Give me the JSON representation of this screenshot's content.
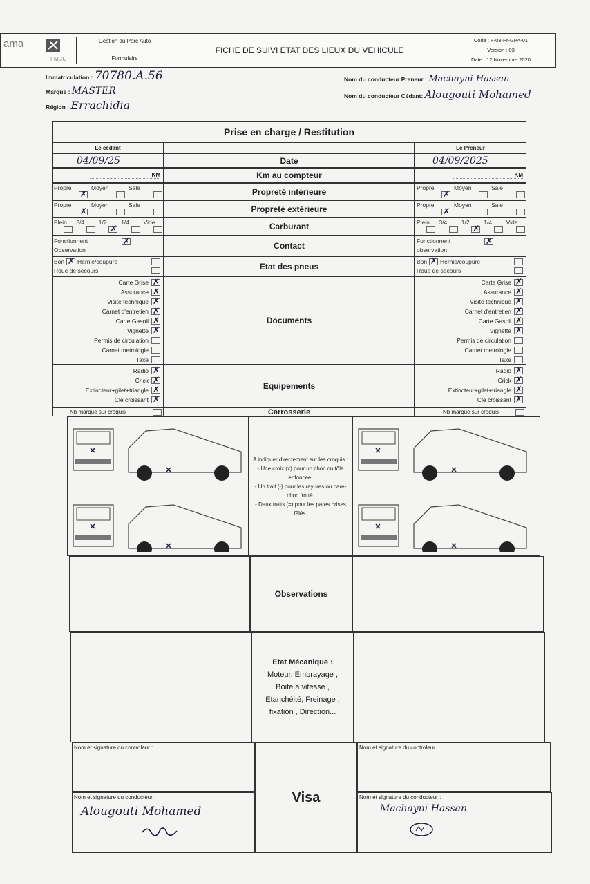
{
  "header": {
    "logo_text": "ama",
    "logo_sub": "FMCC",
    "dept": "Gestion du Parc Auto",
    "type": "Formulaire",
    "title": "FICHE DE SUIVI ETAT DES LIEUX DU VEHICULE",
    "code": "Code : F-03-Pr-GPA-01",
    "version": "Version : 03",
    "date": "Date : 12 Novembre 2020"
  },
  "info": {
    "immat_label": "Immatriculation :",
    "immat_value": "70780.A.56",
    "marque_label": "Marque :",
    "marque_value": "MASTER",
    "region_label": "Région :",
    "region_value": "Errachidia",
    "preneur_label": "Nom du conducteur Preneur :",
    "preneur_value": "Machayni Hassan",
    "cedant_label": "Nom du conducteur Cédant:",
    "cedant_value": "Alougouti Mohamed"
  },
  "table": {
    "title": "Prise en charge / Restitution",
    "left_head": "Le cédant",
    "right_head": "Le Preneur",
    "rows": {
      "date": "Date",
      "km": "Km au compteur",
      "prop_int": "Propreté intérieure",
      "prop_ext": "Propreté extérieure",
      "carburant": "Carburant",
      "contact": "Contact",
      "pneus": "Etat des pneus",
      "documents": "Documents",
      "equipements": "Equipements",
      "carrosserie": "Carrosserie"
    },
    "left_date": "04/09/25",
    "right_date": "04/09/2025",
    "km_unit": "KM",
    "prop": [
      "Propre",
      "Moyen",
      "Sale"
    ],
    "fuel": [
      "Plein",
      "3/4",
      "1/2",
      "1/4",
      "Vide"
    ],
    "contact_left": [
      "Fonctionnent",
      "Observation"
    ],
    "contact_right": [
      "Fonctionnent",
      "observation"
    ],
    "pneus": [
      "Bon",
      "Hernie/coupure",
      "Roue de secours"
    ],
    "docs": [
      "Carte Grise",
      "Assurance",
      "Visite technique",
      "Carnet d'entretien",
      "Carte Gasoil",
      "Vignette",
      "Permis de circulation",
      "Carnet metrologie",
      "Taxe"
    ],
    "equip": [
      "Radio",
      "Crick",
      "Extincteur+gilet+triangle",
      "Cle croissant"
    ],
    "marks": "Nb marque sur croquis",
    "instructions": [
      "A indiquer directement sur les croquis :",
      "- Une croix (x) pour un choc ou tôle enfoncee.",
      "- Un trait (-) pour les rayures ou pare-choc frotté.",
      "- Deux traits (=) pour les pares brises fêlés."
    ],
    "observations": "Observations",
    "mecanique_title": "Etat Mécanique :",
    "mecanique_lines": [
      "Moteur, Embrayage ,",
      "Boite a vitesse ,",
      "Etanchéité, Freinage ,",
      "fixation , Direction..."
    ],
    "controleur_left": "Nom et signature du controleur :",
    "controleur_right": "Nom et signature du controleur",
    "conducteur_left": "Nom et signature du conducteur :",
    "conducteur_right": "Nom et signature du conducteur :",
    "visa": "Visa",
    "sig_left": "Alougouti Mohamed",
    "sig_right": "Machayni Hassan"
  }
}
